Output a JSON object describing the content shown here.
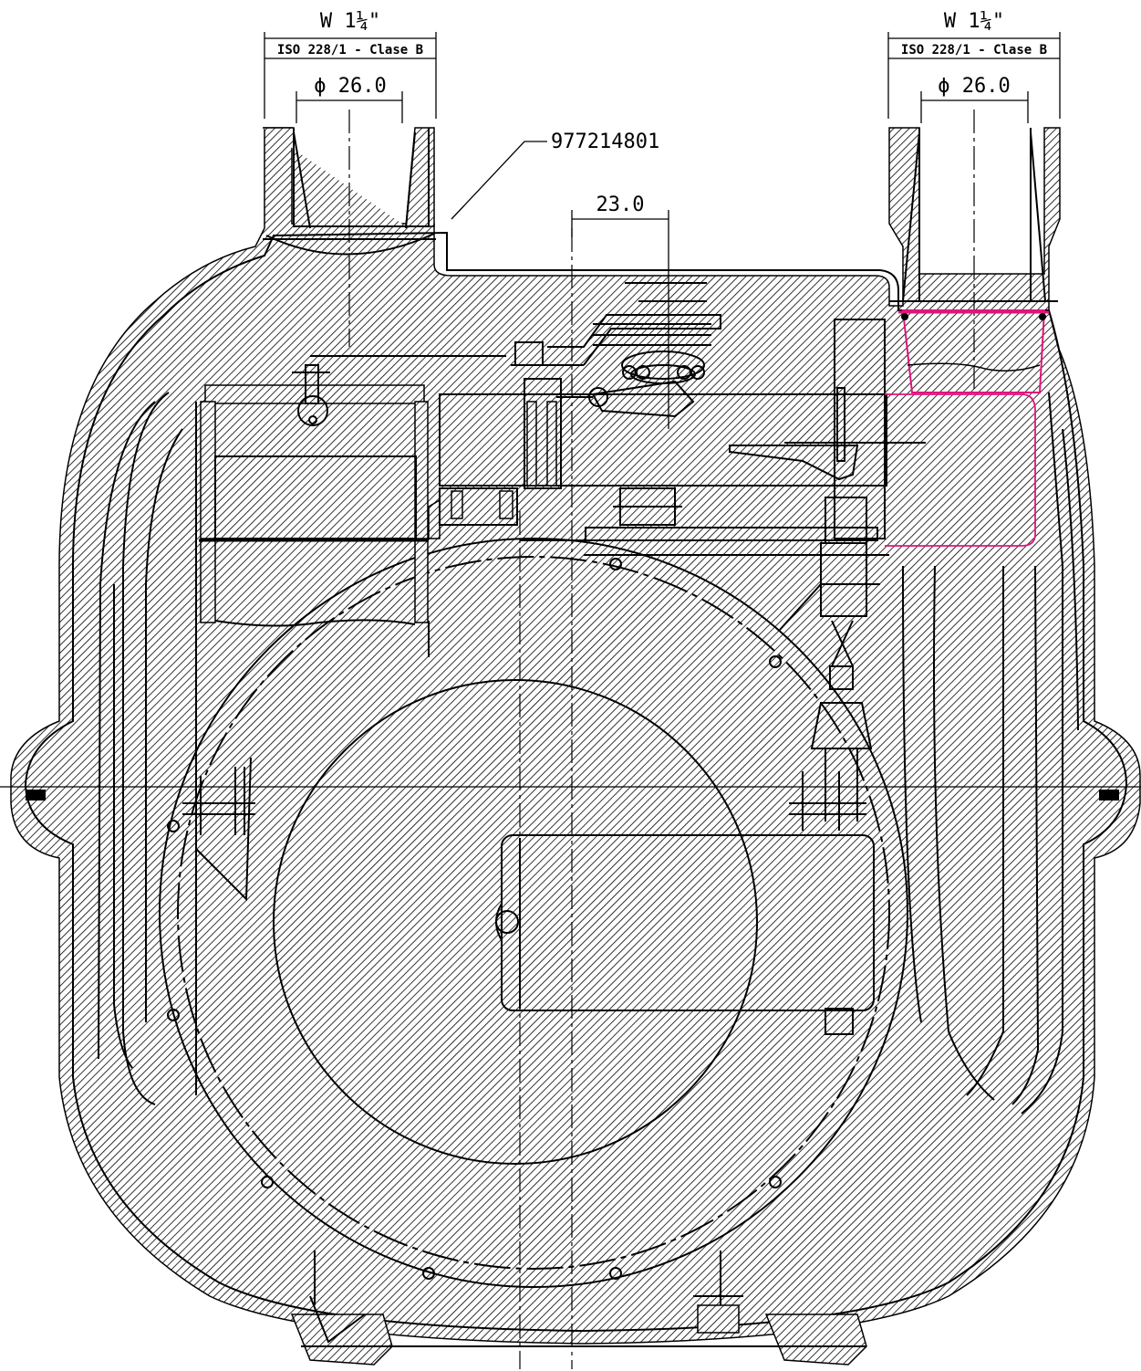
{
  "dimensions": {
    "left_thread": "W 1¼\"",
    "left_standard": "ISO 228/1 - Clase B",
    "left_diameter": "ϕ 26.0",
    "right_thread": "W 1¼\"",
    "right_standard": "ISO 228/1 - Clase B",
    "right_diameter": "ϕ 26.0",
    "offset": "23.0"
  },
  "callouts": {
    "part_number": "977214801"
  },
  "colors": {
    "line": "#000000",
    "highlight": "#e0147a"
  }
}
